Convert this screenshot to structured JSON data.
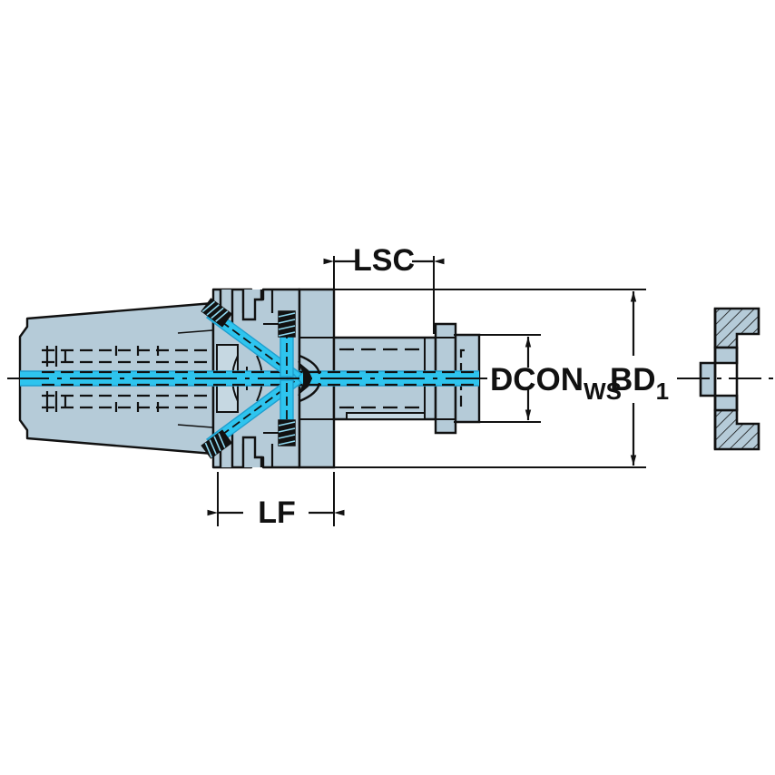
{
  "drawing": {
    "title": "Tool holder taper shank cross-section drawing",
    "background_color": "#ffffff",
    "line_color": "#111111",
    "body_fill": "#b5cbd8",
    "body_fill_light": "#c6d8e2",
    "coolant_color": "#2ec4ee",
    "coolant_dark": "#1f9fcf",
    "hatch_color": "#111111",
    "centerline_color": "#111111"
  },
  "dimensions": {
    "lsc": {
      "label": "LSC",
      "label_main": "LSC",
      "label_sub": "",
      "orientation": "horizontal",
      "arrow_style": "inward-arrows"
    },
    "lf": {
      "label": "LF",
      "label_main": "LF",
      "label_sub": "",
      "orientation": "horizontal",
      "arrow_style": "inward-arrows"
    },
    "dcon_ws": {
      "label": "DCONWS",
      "label_main": "DCON",
      "label_sub": "WS",
      "orientation": "vertical",
      "arrow_style": "outward-arrows"
    },
    "bd1": {
      "label": "BD1",
      "label_main": "BD",
      "label_sub": "1",
      "orientation": "vertical",
      "arrow_style": "outward-arrows"
    }
  },
  "views": {
    "main_view": {
      "name": "main-section-view",
      "description": "Longitudinal cross-section of taper shank tool holder with internal coolant channels"
    },
    "end_view": {
      "name": "end-section-view",
      "description": "Right side sectional end view with hatched cut faces"
    }
  },
  "features": {
    "taper_shank": "taper-shank",
    "v_flange": "v-flange-groove",
    "drive_slot": "drive-slot",
    "coolant_channel": "coolant-channel",
    "coolant_nozzle": "coolant-nozzle",
    "thread_section": "thread-section",
    "clamping_flange": "clamping-flange",
    "centerline": "centerline"
  }
}
